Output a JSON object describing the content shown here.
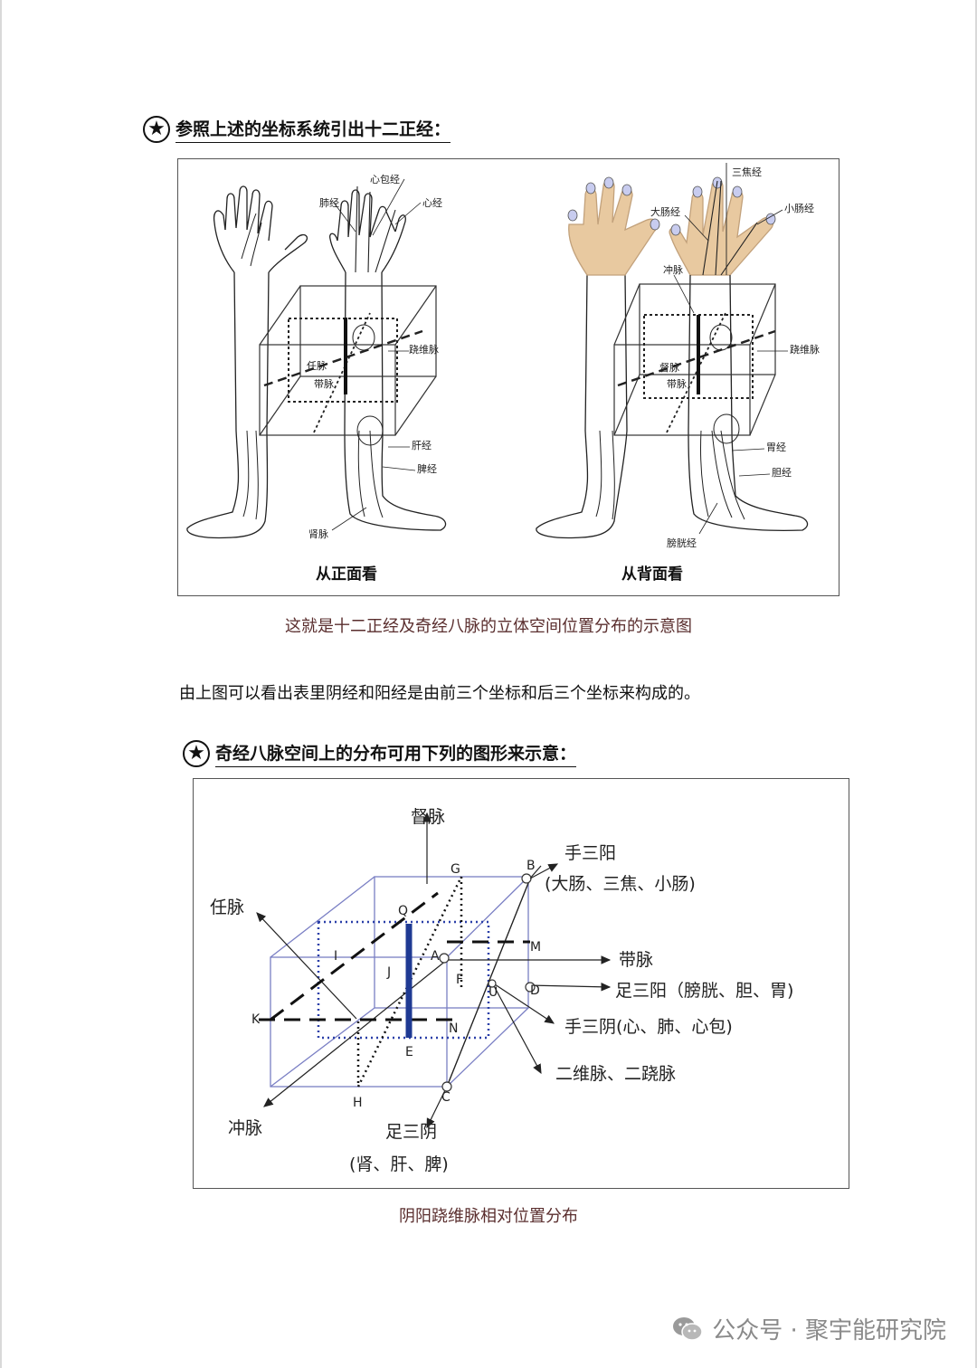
{
  "heading1": "参照上述的坐标系统引出十二正经：",
  "fig1": {
    "front": {
      "label_xinbao": "心包经",
      "label_fei": "肺经",
      "label_xin": "心经",
      "label_qiaowei": "跷维脉",
      "label_ren": "任脉",
      "label_dai": "带脉",
      "label_gan": "肝经",
      "label_pi": "脾经",
      "label_shen": "肾脉",
      "view": "从正面看"
    },
    "back": {
      "label_sanjiao": "三焦经",
      "label_dachang": "大肠经",
      "label_xiaochang": "小肠经",
      "label_chong": "冲脉",
      "label_qiaowei": "跷维脉",
      "label_du": "督脉",
      "label_dai": "带脉",
      "label_wei": "胃经",
      "label_dan": "胆经",
      "label_pangguang": "膀胱经",
      "view": "从背面看"
    }
  },
  "caption1": "这就是十二正经及奇经八脉的立体空间位置分布的示意图",
  "paragraph": "由上图可以看出表里阴经和阳经是由前三个坐标和后三个坐标来构成的。",
  "heading2": "奇经八脉空间上的分布可用下列的图形来示意：",
  "fig2": {
    "du": "督脉",
    "ren": "任脉",
    "chong": "冲脉",
    "dai": "带脉",
    "shousanyang": "手三阳",
    "shousanyang_sub": "(大肠、三焦、小肠)",
    "zusanyang": "足三阳（膀胱、胆、胃)",
    "shousanyin": "手三阴(心、肺、心包)",
    "erwei": "二维脉、二跷脉",
    "zusanyin": "足三阴",
    "zusanyin_sub": "(肾、肝、脾)",
    "pts": {
      "G": "G",
      "B": "B",
      "Q": "Q",
      "M": "M",
      "I": "I",
      "A": "A",
      "J": "J",
      "F": "F",
      "U": "U",
      "D": "D",
      "K": "K",
      "N": "N",
      "E": "E",
      "H": "H",
      "C": "C"
    }
  },
  "caption2": "阴阳跷维脉相对位置分布",
  "watermark": "公众号 · 聚宇能研究院",
  "colors": {
    "caption": "#5a2e2e",
    "skin": "#e8c9a0",
    "nail": "#c8ccef",
    "blue_bar": "#1f3a93",
    "box_blue": "#2a3fa8"
  }
}
